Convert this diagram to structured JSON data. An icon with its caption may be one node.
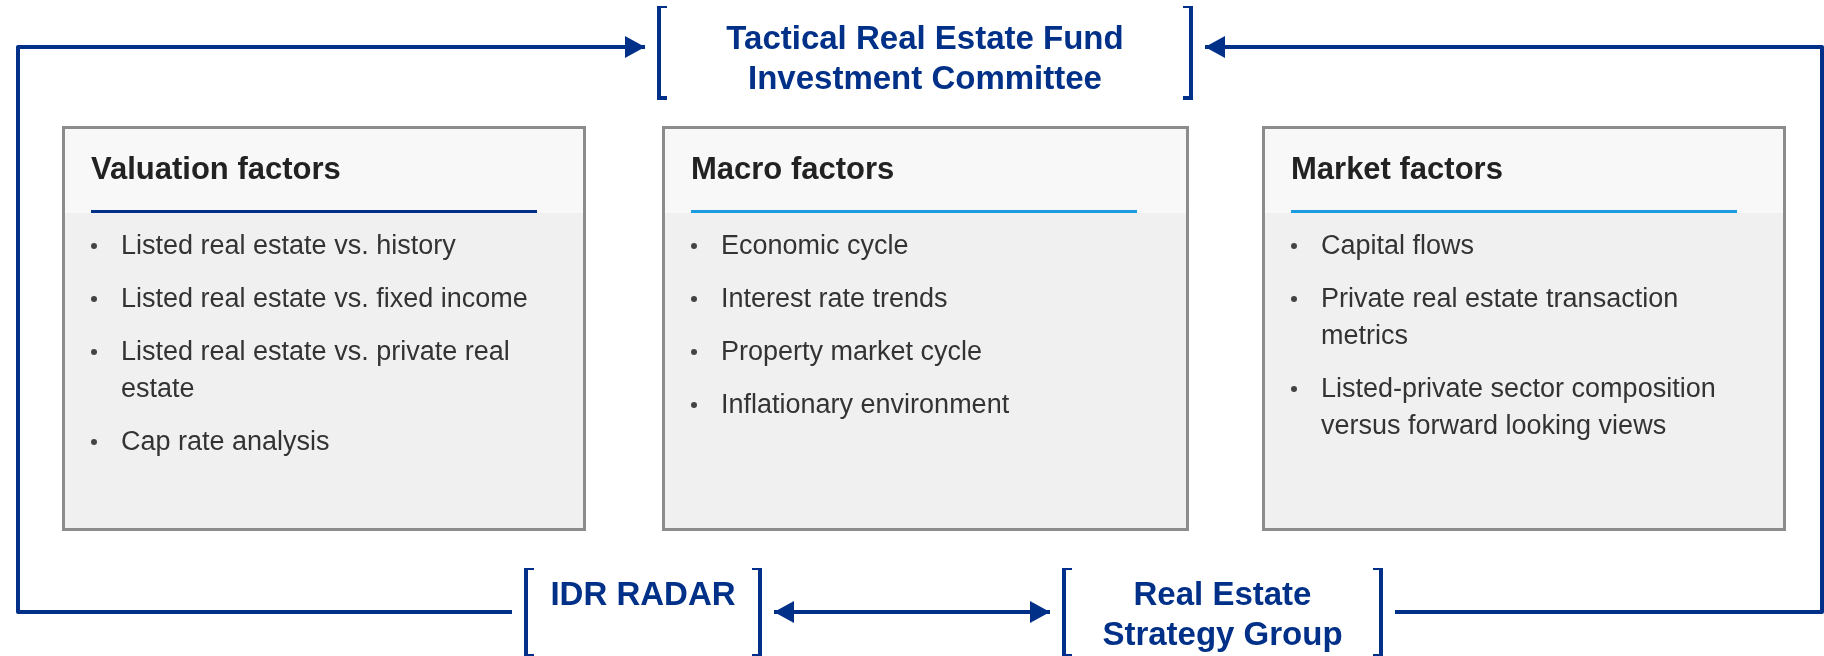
{
  "diagram": {
    "nodes": [
      {
        "text": [
          "Tactical Real Estate Fund Investment Committee"
        ]
      },
      {
        "text": [
          "Valuation factors",
          "Listed real estate vs. history",
          "Listed real estate vs. fixed income",
          "Listed real estate vs. private real estate",
          "Cap rate analysis"
        ]
      },
      {
        "text": [
          "Macro factors",
          "Economic cycle",
          "Interest rate trends",
          "Property market cycle",
          "Inflationary environment"
        ]
      },
      {
        "text": [
          "Market factors",
          "Capital flows",
          "Private real estate transaction metrics",
          "Listed-private sector composition versus forward looking views"
        ]
      },
      {
        "text": [
          "IDR RADAR"
        ]
      },
      {
        "text": [
          "Real Estate Strategy Group"
        ]
      }
    ],
    "edges": [
      {
        "from": 4,
        "to": 0,
        "arrow": "to"
      },
      {
        "from": 5,
        "to": 0,
        "arrow": "to"
      },
      {
        "from": 4,
        "to": 5,
        "arrow": "both"
      }
    ]
  }
}
